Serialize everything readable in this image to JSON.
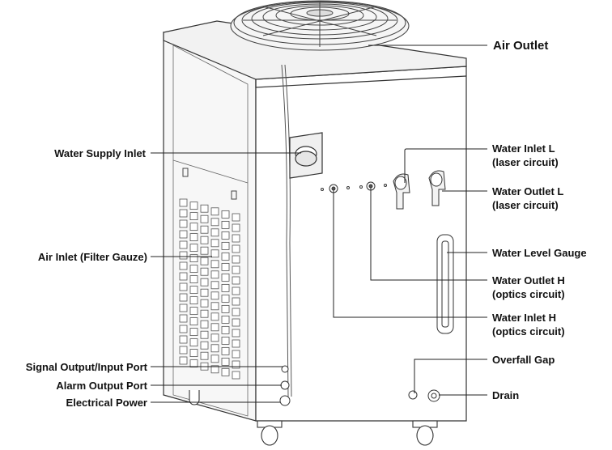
{
  "labels": {
    "air_outlet": "Air Outlet",
    "water_supply_inlet": "Water Supply Inlet",
    "air_inlet": "Air Inlet (Filter Gauze)",
    "signal_port": "Signal Output/Input Port",
    "alarm_port": "Alarm Output Port",
    "electrical_power": "Electrical Power",
    "water_inlet_l": "Water Inlet L",
    "water_inlet_l_sub": "(laser circuit)",
    "water_outlet_l": "Water Outlet L",
    "water_outlet_l_sub": "(laser circuit)",
    "water_level_gauge": "Water Level Gauge",
    "water_outlet_h": "Water Outlet H",
    "water_outlet_h_sub": "(optics circuit)",
    "water_inlet_h": "Water Inlet H",
    "water_inlet_h_sub": "(optics circuit)",
    "overfall_gap": "Overfall Gap",
    "drain": "Drain"
  },
  "colors": {
    "line": "#222222",
    "body": "#ffffff",
    "shade": "#eeeeee"
  }
}
